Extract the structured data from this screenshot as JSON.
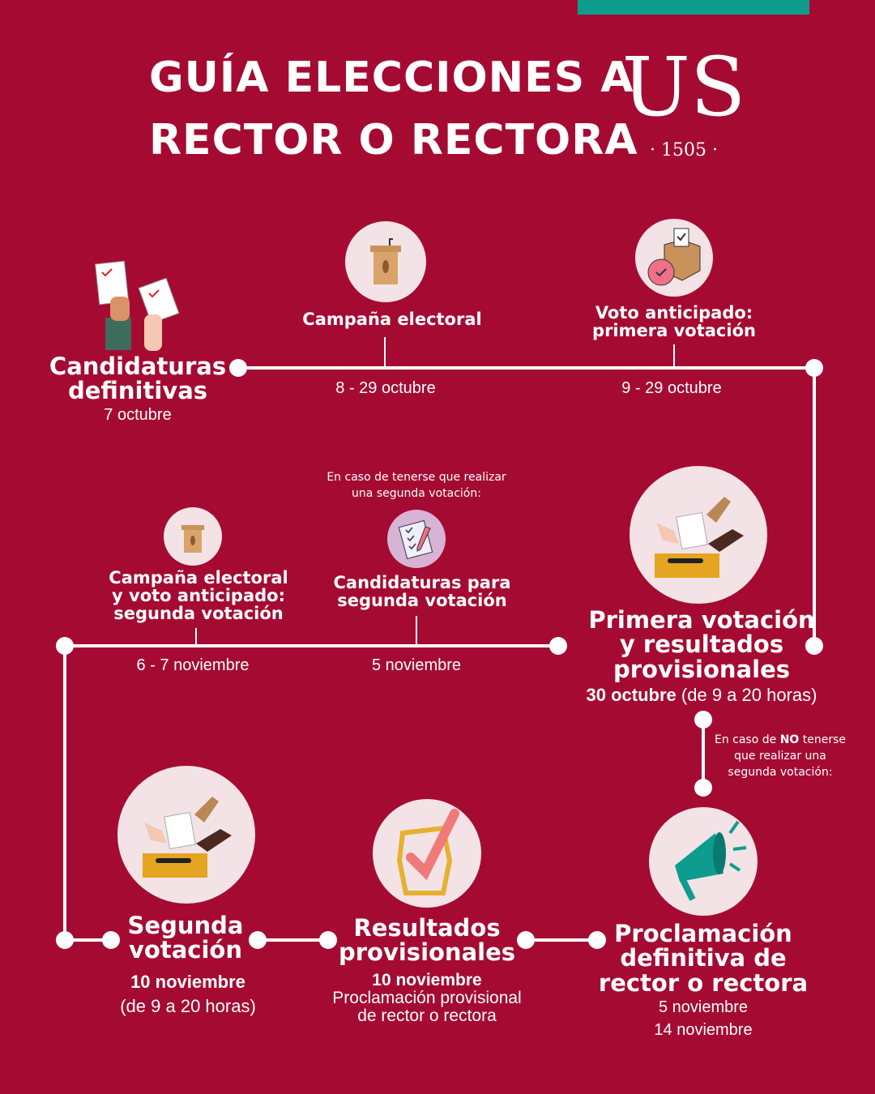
{
  "header": {
    "title_line1": "GUÍA ELECCIONES A",
    "title_line2": "RECTOR O RECTORA",
    "logo_text": "US",
    "logo_year": "· 1505 ·"
  },
  "colors": {
    "background": "#A50B32",
    "accent": "#0E9C8E",
    "circle": "#F3E3E6"
  },
  "steps": [
    {
      "title_1": "Candidaturas",
      "title_2": "definitivas",
      "date": "7 octubre",
      "icon": "ballot-papers-icon"
    },
    {
      "title": "Campaña electoral",
      "date": "8 - 29 octubre",
      "icon": "podium-icon"
    },
    {
      "title_1": "Voto anticipado:",
      "title_2": "primera votación",
      "date": "9 - 29 octubre",
      "icon": "ballot-box-clock-icon"
    },
    {
      "title_1": "Primera votación",
      "title_2": "y resultados",
      "title_3": "provisionales",
      "date_bold": "30 octubre",
      "date_rest": " (de 9 a 20 horas)",
      "icon": "voting-hands-icon"
    },
    {
      "title_1": "Candidaturas para",
      "title_2": "segunda votación",
      "date": "5 noviembre",
      "note_1": "En caso de tenerse que realizar",
      "note_2": "una segunda votación:",
      "icon": "checklist-icon"
    },
    {
      "title_1": "Campaña electoral",
      "title_2": "y voto anticipado:",
      "title_3": "segunda votación",
      "date": "6 - 7 noviembre",
      "icon": "podium-icon"
    },
    {
      "title_1": "Segunda",
      "title_2": "votación",
      "date_bold": "10 noviembre",
      "date_rest": "(de 9 a 20 horas)",
      "icon": "voting-hands-icon"
    },
    {
      "title_1": "Resultados",
      "title_2": "provisionales",
      "date_bold": "10 noviembre",
      "desc_1": "Proclamación provisional",
      "desc_2": "de rector o rectora",
      "icon": "checkmark-icon"
    },
    {
      "title_1": "Proclamación",
      "title_2": "definitiva de",
      "title_3": "rector o rectora",
      "date_1": "5 noviembre",
      "date_2": "14 noviembre",
      "icon": "megaphone-icon"
    }
  ],
  "no_second_note": {
    "pre": "En caso de ",
    "bold": "NO",
    "post": " tenerse",
    "line2": "que realizar una",
    "line3": "segunda votación:"
  }
}
